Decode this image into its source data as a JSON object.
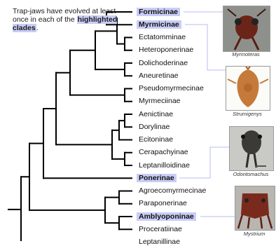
{
  "note": {
    "text_before": "Trap-jaws have evolved at least once in each of the ",
    "highlight": "highlighted clades",
    "text_after": "."
  },
  "colors": {
    "highlight_bg": "#c9cdf6",
    "connector": "#b8bcef",
    "branch": "#000000"
  },
  "taxa": [
    {
      "name": "Formicinae",
      "highlighted": true
    },
    {
      "name": "Myrmicinae",
      "highlighted": true
    },
    {
      "name": "Ectatomminae",
      "highlighted": false
    },
    {
      "name": "Heteroponerinae",
      "highlighted": false
    },
    {
      "name": "Dolichoderinae",
      "highlighted": false
    },
    {
      "name": "Aneuretinae",
      "highlighted": false
    },
    {
      "name": "Pseudomyrmecinae",
      "highlighted": false
    },
    {
      "name": "Myrmeciinae",
      "highlighted": false
    },
    {
      "name": "Aenictinae",
      "highlighted": false
    },
    {
      "name": "Dorylinae",
      "highlighted": false
    },
    {
      "name": "Ecitoninae",
      "highlighted": false
    },
    {
      "name": "Cerapachyinae",
      "highlighted": false
    },
    {
      "name": "Leptanilloidinae",
      "highlighted": false
    },
    {
      "name": "Ponerinae",
      "highlighted": true
    },
    {
      "name": "Agroecomyrmecinae",
      "highlighted": false
    },
    {
      "name": "Paraponerinae",
      "highlighted": false
    },
    {
      "name": "Amblyoponinae",
      "highlighted": true
    },
    {
      "name": "Proceratiinae",
      "highlighted": false
    },
    {
      "name": "Leptanillinae",
      "highlighted": false
    }
  ],
  "photos": [
    {
      "caption": "Myrmoteras",
      "icon": "trap-jaw-ant-head-photo"
    },
    {
      "caption": "Strumigenys",
      "icon": "trap-jaw-ant-head-photo"
    },
    {
      "caption": "Odontomachus",
      "icon": "trap-jaw-ant-head-photo"
    },
    {
      "caption": "Mystrium",
      "icon": "trap-jaw-ant-head-photo"
    }
  ]
}
